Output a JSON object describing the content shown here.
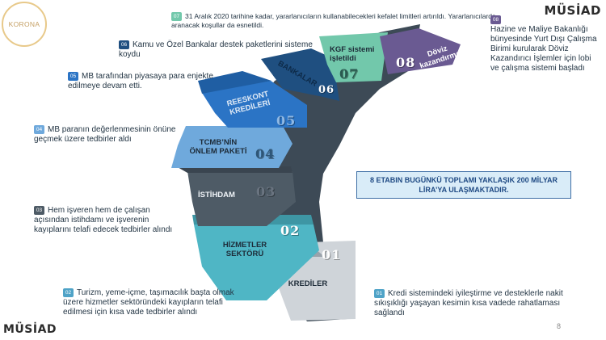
{
  "badge": {
    "label": "KORONA"
  },
  "logo": {
    "text": "MÜSİAD"
  },
  "page_number": "8",
  "summary": "8 ETABIN BUGÜNKÜ TOPLAMI YAKLAŞIK 200 MİLYAR LİRA’YA ULAŞMAKTADIR.",
  "colors": {
    "step01": "#cfd4d9",
    "step02": "#4fb6c5",
    "step03": "#4e5b66",
    "step04": "#6fa9dc",
    "step05": "#2b74c5",
    "step06": "#1f4f80",
    "step07": "#72c8ab",
    "step08": "#6a5a92"
  },
  "steps": [
    {
      "id": "01",
      "title": "KREDİLER",
      "note": "Kredi sistemindeki iyileştirme ve desteklerle nakit sıkışıklığı yaşayan kesimin kısa vadede rahatlaması sağlandı"
    },
    {
      "id": "02",
      "title": "HİZMETLER SEKTÖRÜ",
      "note": "Turizm, yeme-içme, taşımacılık başta olmak üzere hizmetler sektöründeki kayıpların telafi edilmesi için kısa vade tedbirler alındı"
    },
    {
      "id": "03",
      "title": "İSTİHDAM",
      "note": "Hem işveren hem de çalışan açısından istihdamı ve işverenin kayıplarını telafi edecek tedbirler alındı"
    },
    {
      "id": "04",
      "title": "TCMB’NİN ÖNLEM PAKETİ",
      "note": "MB paranın değerlenmesinin önüne geçmek üzere tedbirler aldı"
    },
    {
      "id": "05",
      "title": "REESKONT KREDİLERİ",
      "note": "MB  tarafından piyasaya para enjekte edilmeye devam etti."
    },
    {
      "id": "06",
      "title": "BANKALAR",
      "note": "Kamu ve Özel Bankalar destek paketlerini sisteme koydu"
    },
    {
      "id": "07",
      "title": "KGF sistemi işletildi",
      "note": "31 Aralık 2020 tarihine kadar, yararlanıcıların kullanabilecekleri kefalet limitleri artırıldı. Yararlanıcılarda aranacak koşullar da esnetildi."
    },
    {
      "id": "08",
      "title": "Döviz kazandırma",
      "note": "Hazine ve Maliye Bakanlığı bünyesinde Yurt Dışı Çalışma Birimi kurularak Döviz Kazandırıcı İşlemler için lobi ve çalışma sistemi başladı"
    }
  ]
}
